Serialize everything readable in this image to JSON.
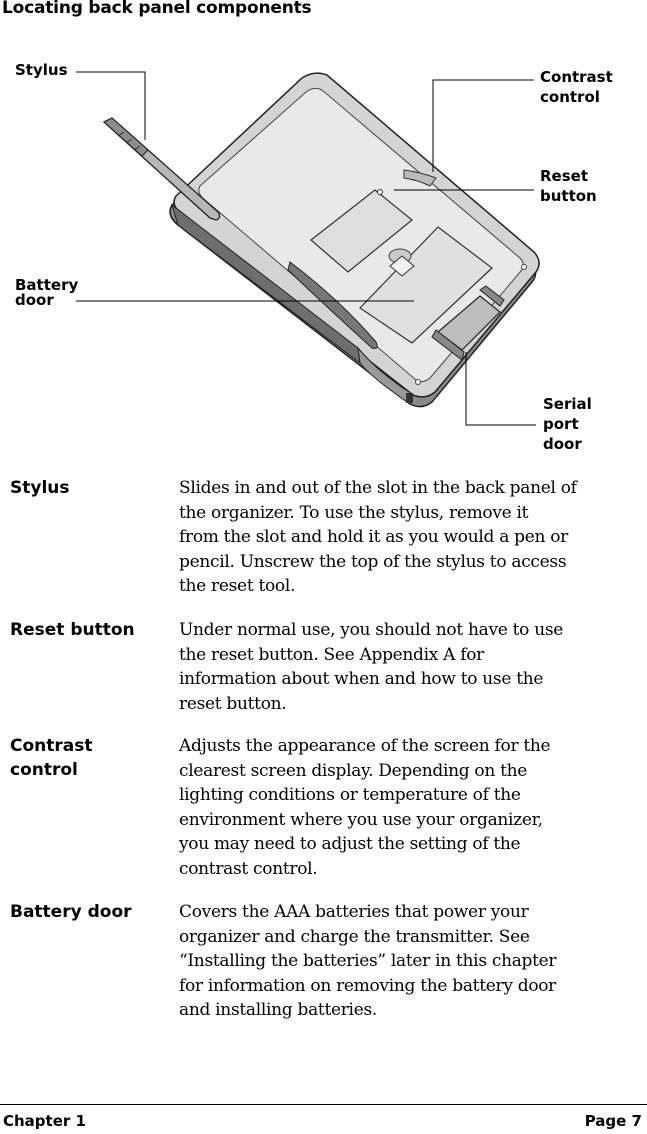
{
  "title": "Locating back panel components",
  "figure": {
    "callouts": {
      "stylus": "Stylus",
      "contrast": "Contrast\ncontrol",
      "reset": "Reset\nbutton",
      "battery": "Battery\ndoor",
      "serial": "Serial\nport\ndoor"
    }
  },
  "definitions": [
    {
      "term": "Stylus",
      "description": "Slides in and out of the slot in the back panel of\nthe organizer. To use the stylus, remove it\nfrom the slot and hold it as you would a pen or\npencil. Unscrew the top of the stylus to access\nthe reset tool."
    },
    {
      "term": "Reset button",
      "description": "Under normal use, you should not have to use\nthe reset button. See Appendix A for\ninformation about when and how to use the\nreset button."
    },
    {
      "term": "Contrast\ncontrol",
      "description": "Adjusts the appearance of the screen for the\nclearest screen display. Depending on the\nlighting conditions or temperature of the\nenvironment where you use your organizer,\nyou may need to adjust the setting of the\ncontrast control."
    },
    {
      "term": "Battery door",
      "description": "Covers the AAA batteries that power your\norganizer and charge the transmitter. See\n“Installing the batteries” later in this chapter\nfor information on removing the battery door\nand installing batteries."
    }
  ],
  "footer": {
    "chapter": "Chapter 1",
    "page": "Page 7"
  }
}
